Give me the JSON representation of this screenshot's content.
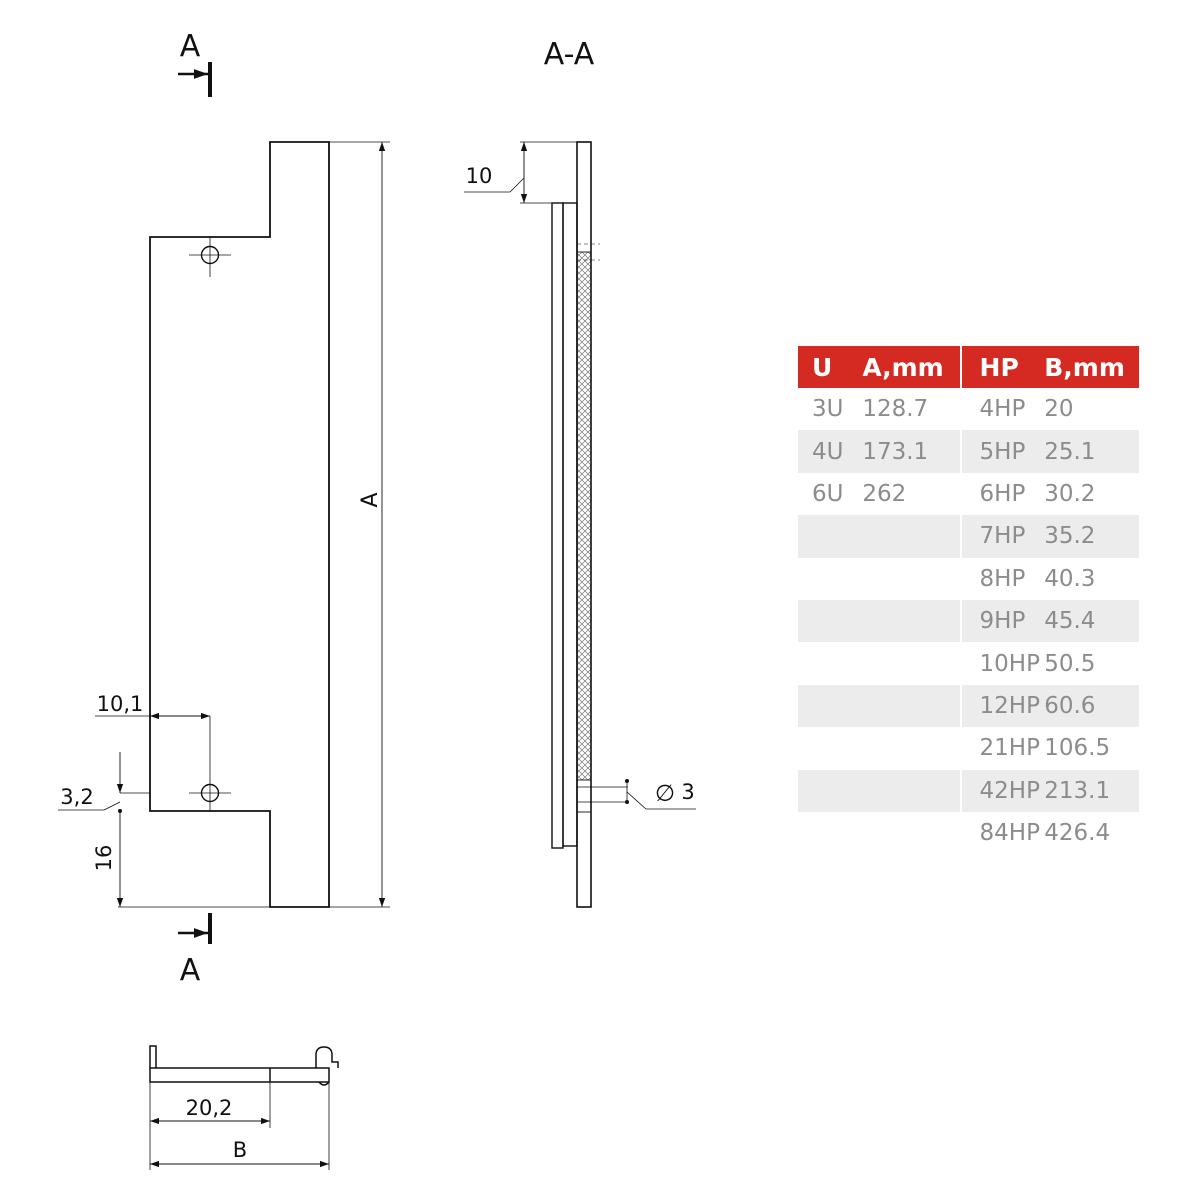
{
  "drawing": {
    "section_marker_top": "A",
    "section_marker_bottom": "A",
    "section_title": "A-A",
    "dim_height": "A",
    "dim_hole_offset": "10,1",
    "dim_hole_radius": "3,2",
    "dim_bottom": "16",
    "dim_top_step": "10",
    "dim_hole_dia": "3",
    "diameter_symbol": "∅",
    "dim_profile": "20,2",
    "dim_width": "B"
  },
  "table": {
    "headers": [
      "U",
      "A,mm",
      "HP",
      "B,mm"
    ],
    "header_color": "#d42a22",
    "stripe_color": "#ececec",
    "rows": [
      {
        "u": "3U",
        "a": "128.7",
        "hp": "4HP",
        "b": "20"
      },
      {
        "u": "4U",
        "a": "173.1",
        "hp": "5HP",
        "b": "25.1"
      },
      {
        "u": "6U",
        "a": "262",
        "hp": "6HP",
        "b": "30.2"
      },
      {
        "u": "",
        "a": "",
        "hp": "7HP",
        "b": "35.2"
      },
      {
        "u": "",
        "a": "",
        "hp": "8HP",
        "b": "40.3"
      },
      {
        "u": "",
        "a": "",
        "hp": "9HP",
        "b": "45.4"
      },
      {
        "u": "",
        "a": "",
        "hp": "10HP",
        "b": "50.5"
      },
      {
        "u": "",
        "a": "",
        "hp": "12HP",
        "b": "60.6"
      },
      {
        "u": "",
        "a": "",
        "hp": "21HP",
        "b": "106.5"
      },
      {
        "u": "",
        "a": "",
        "hp": "42HP",
        "b": "213.1"
      },
      {
        "u": "",
        "a": "",
        "hp": "84HP",
        "b": "426.4"
      }
    ]
  }
}
